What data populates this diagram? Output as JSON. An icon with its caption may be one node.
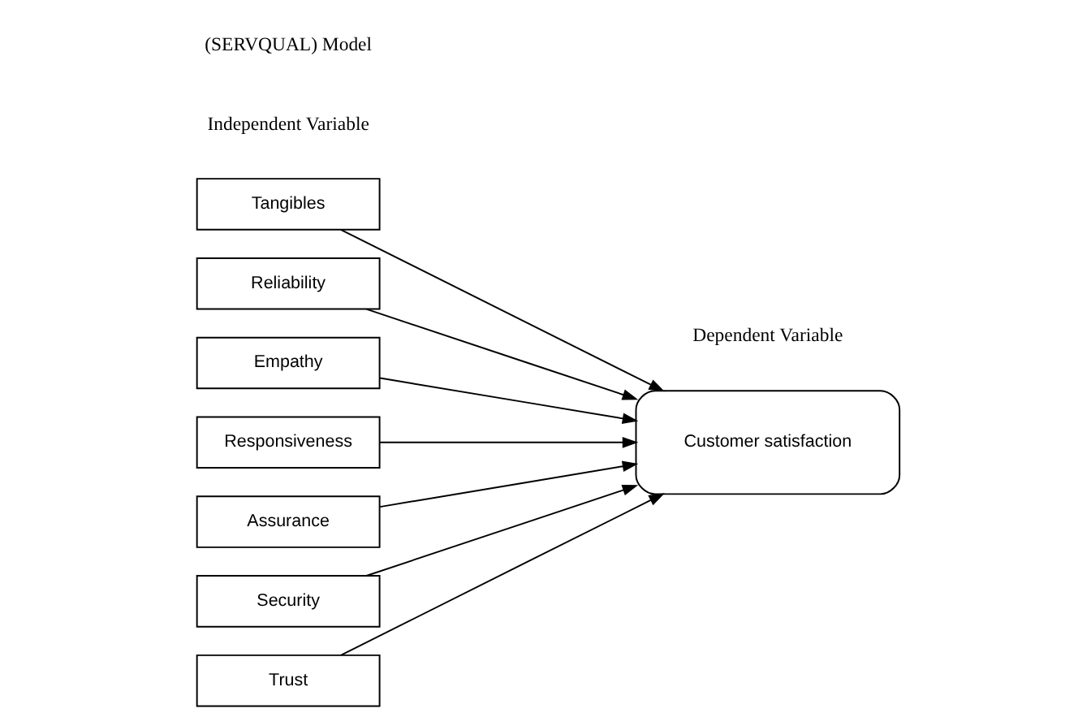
{
  "diagram": {
    "nodes": [
      {
        "text": [
          "Tangibles"
        ]
      },
      {
        "text": [
          "Reliability"
        ]
      },
      {
        "text": [
          "Empathy"
        ]
      },
      {
        "text": [
          "Responsiveness"
        ]
      },
      {
        "text": [
          "Assurance"
        ]
      },
      {
        "text": [
          "Security"
        ]
      },
      {
        "text": [
          "Trust"
        ]
      },
      {
        "text": [
          "Customer satisfaction"
        ]
      }
    ],
    "edges": [
      {
        "from": 0,
        "to": 7,
        "arrow": "to"
      },
      {
        "from": 1,
        "to": 7,
        "arrow": "to"
      },
      {
        "from": 2,
        "to": 7,
        "arrow": "to"
      },
      {
        "from": 3,
        "to": 7,
        "arrow": "to"
      },
      {
        "from": 4,
        "to": 7,
        "arrow": "to"
      },
      {
        "from": 5,
        "to": 7,
        "arrow": "to"
      },
      {
        "from": 6,
        "to": 7,
        "arrow": "to"
      }
    ],
    "labels": [
      "Independent Variable",
      "(SERVQUAL) Model",
      "Dependent Variable"
    ]
  }
}
